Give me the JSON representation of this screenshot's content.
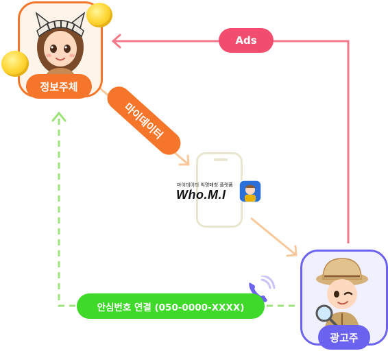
{
  "nodes": {
    "subject_label": "정보주체",
    "advertiser_label": "광고주"
  },
  "edges": {
    "ads_label": "Ads",
    "mydata_label": "마이데이터",
    "safe_number_label": "안심번호 연결 (050-0000-XXXX)"
  },
  "platform": {
    "tagline": "마이데이터 익명매칭 플랫폼",
    "logo_text": "Who.M.I"
  },
  "colors": {
    "subject": "#f5762a",
    "advertiser": "#6b62f0",
    "ads_line": "#f2798a",
    "ads_pill": "#f24d6e",
    "mydata_line": "#f8c89a",
    "mydata_pill": "#f5762a",
    "safe_line": "#9ee27a",
    "safe_pill": "#3fd92a"
  }
}
